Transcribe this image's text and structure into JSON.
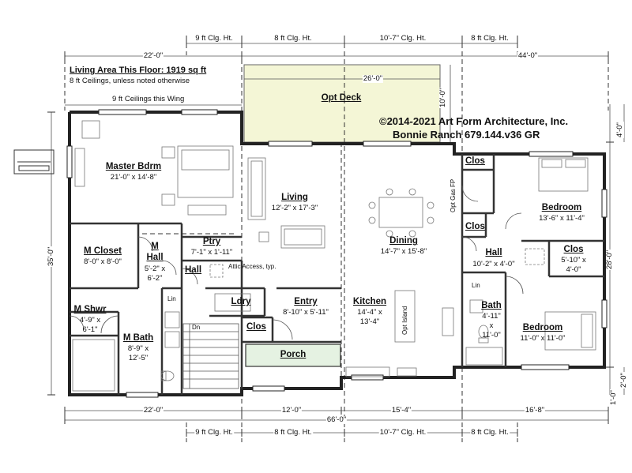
{
  "header": {
    "living_area": "Living Area This Floor: 1919 sq ft",
    "ceiling_note": "8 ft Ceilings, unless noted otherwise",
    "wing_note": "9 ft Ceilings this Wing",
    "copyright": "©2014-2021 Art Form Architecture, Inc.",
    "plan_name": "Bonnie Ranch 679.144.v36 GR",
    "attic_note": "Attic Access, typ.",
    "opt_gas_fp": "Opt Gas FP"
  },
  "ceiling_heights": [
    "9 ft Clg. Ht.",
    "8 ft Clg. Ht.",
    "10'-7\" Clg. Ht.",
    "8 ft Clg. Ht."
  ],
  "dimensions": {
    "top_left": "22'-0\"",
    "top_right": "44'-0\"",
    "deck_width": "26'-0\"",
    "deck_depth": "10'-0\"",
    "bottom": [
      "22'-0\"",
      "12'-0\"",
      "15'-4\"",
      "16'-8\""
    ],
    "overall": "66'-0\"",
    "left_height": "35'-0\"",
    "right_height": "28'-0\"",
    "right_top": "4'-0\"",
    "right_bottom_a": "2'-0\"",
    "right_bottom_b": "1'-0\""
  },
  "rooms": {
    "master_bdrm": {
      "name": "Master Bdrm",
      "dim": "21'-0\" x 14'-8\""
    },
    "living": {
      "name": "Living",
      "dim": "12'-2\" x 17'-3\""
    },
    "dining": {
      "name": "Dining",
      "dim": "14'-7\" x 15'-8\""
    },
    "opt_deck": {
      "name": "Opt Deck"
    },
    "m_closet": {
      "name": "M Closet",
      "dim": "8'-0\" x 8'-0\""
    },
    "m_hall": {
      "name1": "M",
      "name2": "Hall",
      "dim1": "5'-2\" x",
      "dim2": "6'-2\""
    },
    "ptry": {
      "name": "Ptry",
      "dim": "7'-1\" x 1'-11\""
    },
    "hall_small": {
      "name": "Hall"
    },
    "ldry": {
      "name": "Ldry"
    },
    "entry": {
      "name": "Entry",
      "dim": "8'-10\" x 5'-11\""
    },
    "clos_entry": {
      "name": "Clos"
    },
    "porch": {
      "name": "Porch"
    },
    "kitchen": {
      "name": "Kitchen",
      "dim1": "14'-4\" x",
      "dim2": "13'-4\""
    },
    "opt_island": {
      "name": "Opt Island"
    },
    "m_shwr": {
      "name": "M Shwr",
      "dim1": "4'-9\" x",
      "dim2": "6'-1\""
    },
    "m_bath": {
      "name": "M Bath",
      "dim1": "8'-9\" x",
      "dim2": "12'-5\""
    },
    "lin_left": {
      "name": "Lin"
    },
    "dn": {
      "name": "Dn"
    },
    "clos_top": {
      "name": "Clos"
    },
    "bedroom_top": {
      "name": "Bedroom",
      "dim": "13'-6\" x 11'-4\""
    },
    "clos_mid": {
      "name": "Clos"
    },
    "hall_right": {
      "name": "Hall",
      "dim": "10'-2\" x 4'-0\""
    },
    "clos_right": {
      "name": "Clos",
      "dim1": "5'-10\" x",
      "dim2": "4'-0\""
    },
    "lin_right": {
      "name": "Lin"
    },
    "bath": {
      "name": "Bath",
      "dim1": "4'-11\"",
      "dim2": "x",
      "dim3": "11'-0\""
    },
    "bedroom_bottom": {
      "name": "Bedroom",
      "dim": "11'-0\" x 11'-0\""
    }
  }
}
